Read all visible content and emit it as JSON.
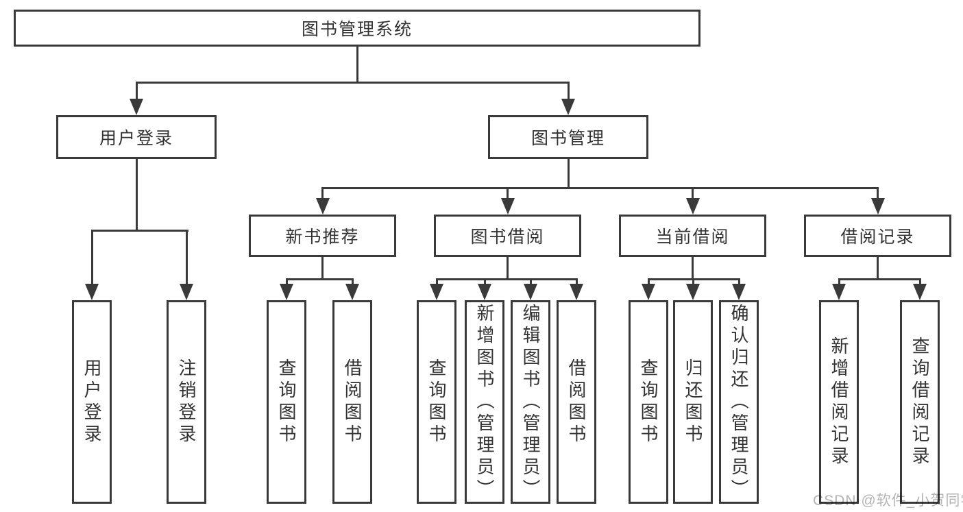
{
  "diagram": {
    "type": "hierarchy-tree",
    "watermark": "CSDN @软件_小贺同学",
    "colors": {
      "background": "#ffffff",
      "box_fill": "#ffffff",
      "box_border": "#3a3a3a",
      "line": "#3a3a3a",
      "text": "#333333",
      "watermark": "#b3b3b3"
    },
    "tree": {
      "root": "图书管理系统",
      "children": [
        {
          "label": "用户登录",
          "children": [
            "用户登录",
            "注销登录"
          ]
        },
        {
          "label": "图书管理",
          "children": [
            {
              "label": "新书推荐",
              "children": [
                "查询图书",
                "借阅图书"
              ]
            },
            {
              "label": "图书借阅",
              "children": [
                "查询图书",
                "新增图书（管理员）",
                "编辑图书（管理员）",
                "借阅图书"
              ]
            },
            {
              "label": "当前借阅",
              "children": [
                "查询图书",
                "归还图书",
                "确认归还（管理员）"
              ]
            },
            {
              "label": "借阅记录",
              "children": [
                "新增借阅记录",
                "查询借阅记录"
              ]
            }
          ]
        }
      ]
    }
  }
}
